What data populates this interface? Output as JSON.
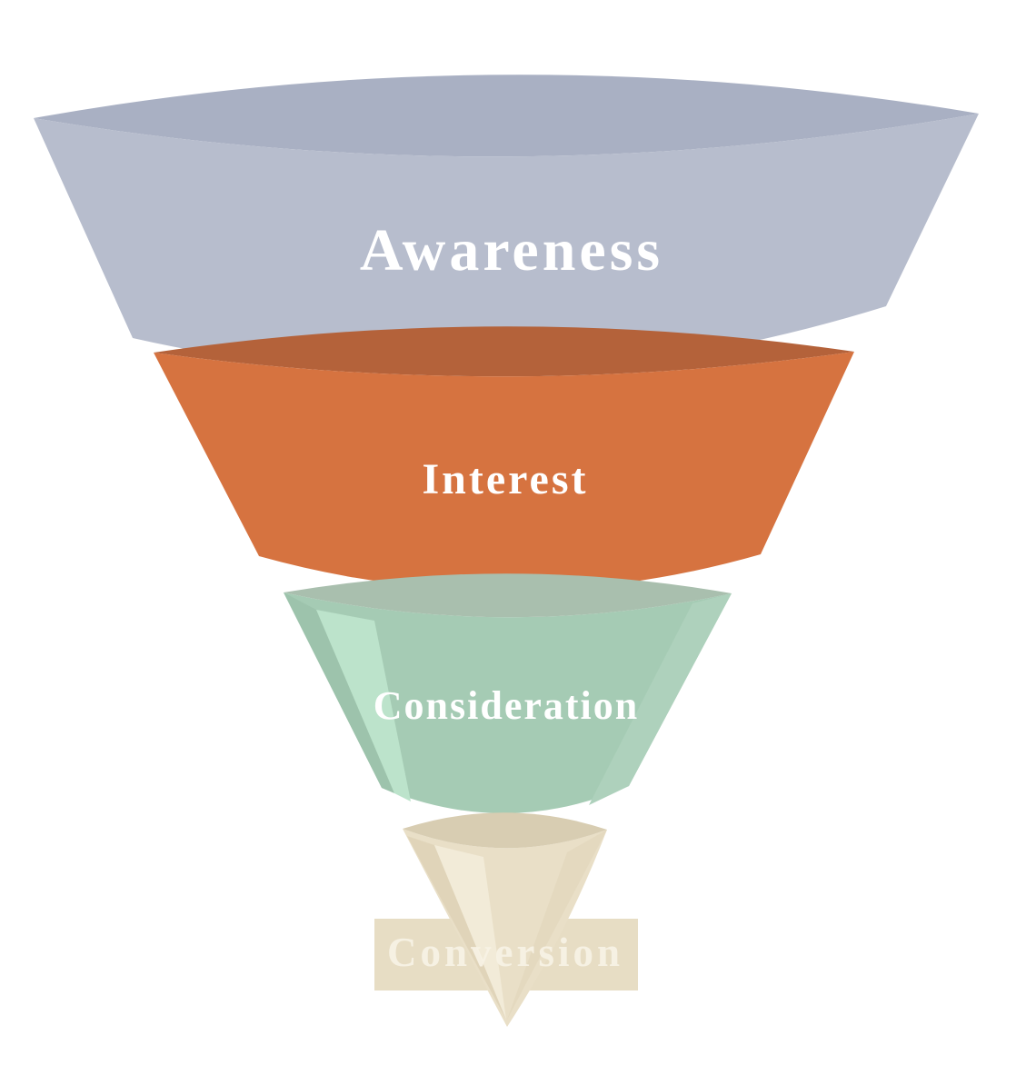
{
  "diagram": {
    "type": "funnel",
    "background": "#ffffff",
    "stages": [
      {
        "label": "Awareness",
        "face_color": "#b7bdcd",
        "top_color": "#a9b0c3",
        "text_color": "#ffffff"
      },
      {
        "label": "Interest",
        "face_color": "#d67340",
        "top_color": "#b4623a",
        "text_color": "#ffffff"
      },
      {
        "label": "Consideration",
        "face_color": "#a5cbb4",
        "top_color": "#a9bfae",
        "left_edge_color": "#9dc3ac",
        "highlight_color": "#bce3cb",
        "right_facet_color": "#aed1bc",
        "text_color": "#ffffff"
      },
      {
        "label": "Conversion",
        "face_color": "#e9dfc7",
        "top_color": "#d8cdb2",
        "left_edge_color": "#e0d4b9",
        "highlight_color": "#f2ebd8",
        "right_facet_color": "#e4d9bf",
        "banner_color": "#e7ddc4",
        "text_color": "#f8f3e6"
      }
    ]
  }
}
